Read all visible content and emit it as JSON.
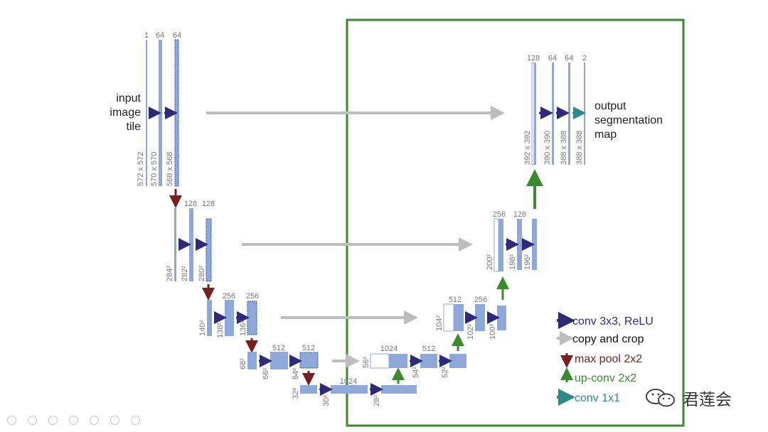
{
  "input_label": [
    "input",
    "image",
    "tile"
  ],
  "output_label": [
    "output",
    "segmentation",
    "map"
  ],
  "channels": {
    "l1": [
      "1",
      "64",
      "64"
    ],
    "l2": [
      "128",
      "128"
    ],
    "l3": [
      "256",
      "256"
    ],
    "l4": [
      "512",
      "512"
    ],
    "l5": [
      "1024"
    ],
    "u4": [
      "1024",
      "512"
    ],
    "u3": [
      "512",
      "256"
    ],
    "u2": [
      "256",
      "128"
    ],
    "u1": [
      "128",
      "64",
      "64",
      "2"
    ]
  },
  "sizes": {
    "l1": [
      "572 x 572",
      "570 x 570",
      "568 x 568"
    ],
    "l2": [
      "284²",
      "282²",
      "280²"
    ],
    "l3": [
      "140²",
      "138²",
      "136²"
    ],
    "l4": [
      "68²",
      "66²",
      "64²"
    ],
    "l5": [
      "32²",
      "30²",
      "28²"
    ],
    "u4": [
      "56²",
      "54²",
      "52²"
    ],
    "u3": [
      "104²",
      "102²",
      "100²"
    ],
    "u2": [
      "200²",
      "198²",
      "196²"
    ],
    "u1": [
      "392 x 392",
      "390 x 390",
      "388 x 388",
      "388 x 388"
    ]
  },
  "legend": [
    {
      "text": "conv 3x3, ReLU",
      "color": "#2e2a7a",
      "icon": "right-arrow"
    },
    {
      "text": "copy and crop",
      "color": "#111111",
      "icon": "right-arrow-gray"
    },
    {
      "text": "max pool 2x2",
      "color": "#7a1f1f",
      "icon": "down-arrow"
    },
    {
      "text": "up-conv 2x2",
      "color": "#3a8a2e",
      "icon": "up-arrow"
    },
    {
      "text": "conv 1x1",
      "color": "#2e8a86",
      "icon": "right-arrow-teal"
    }
  ],
  "watermark": "君莲会",
  "colors": {
    "block": "#8fa8da",
    "block_stroke": "#6f88c0",
    "conv_arrow": "#2e2a7a",
    "copy_arrow": "#bdbdbd",
    "pool_arrow": "#7a1f1f",
    "upconv_arrow": "#3a8a2e",
    "conv1x1_arrow": "#2e8a86",
    "highlight_box": "#3a8a2e",
    "label": "#777777"
  }
}
